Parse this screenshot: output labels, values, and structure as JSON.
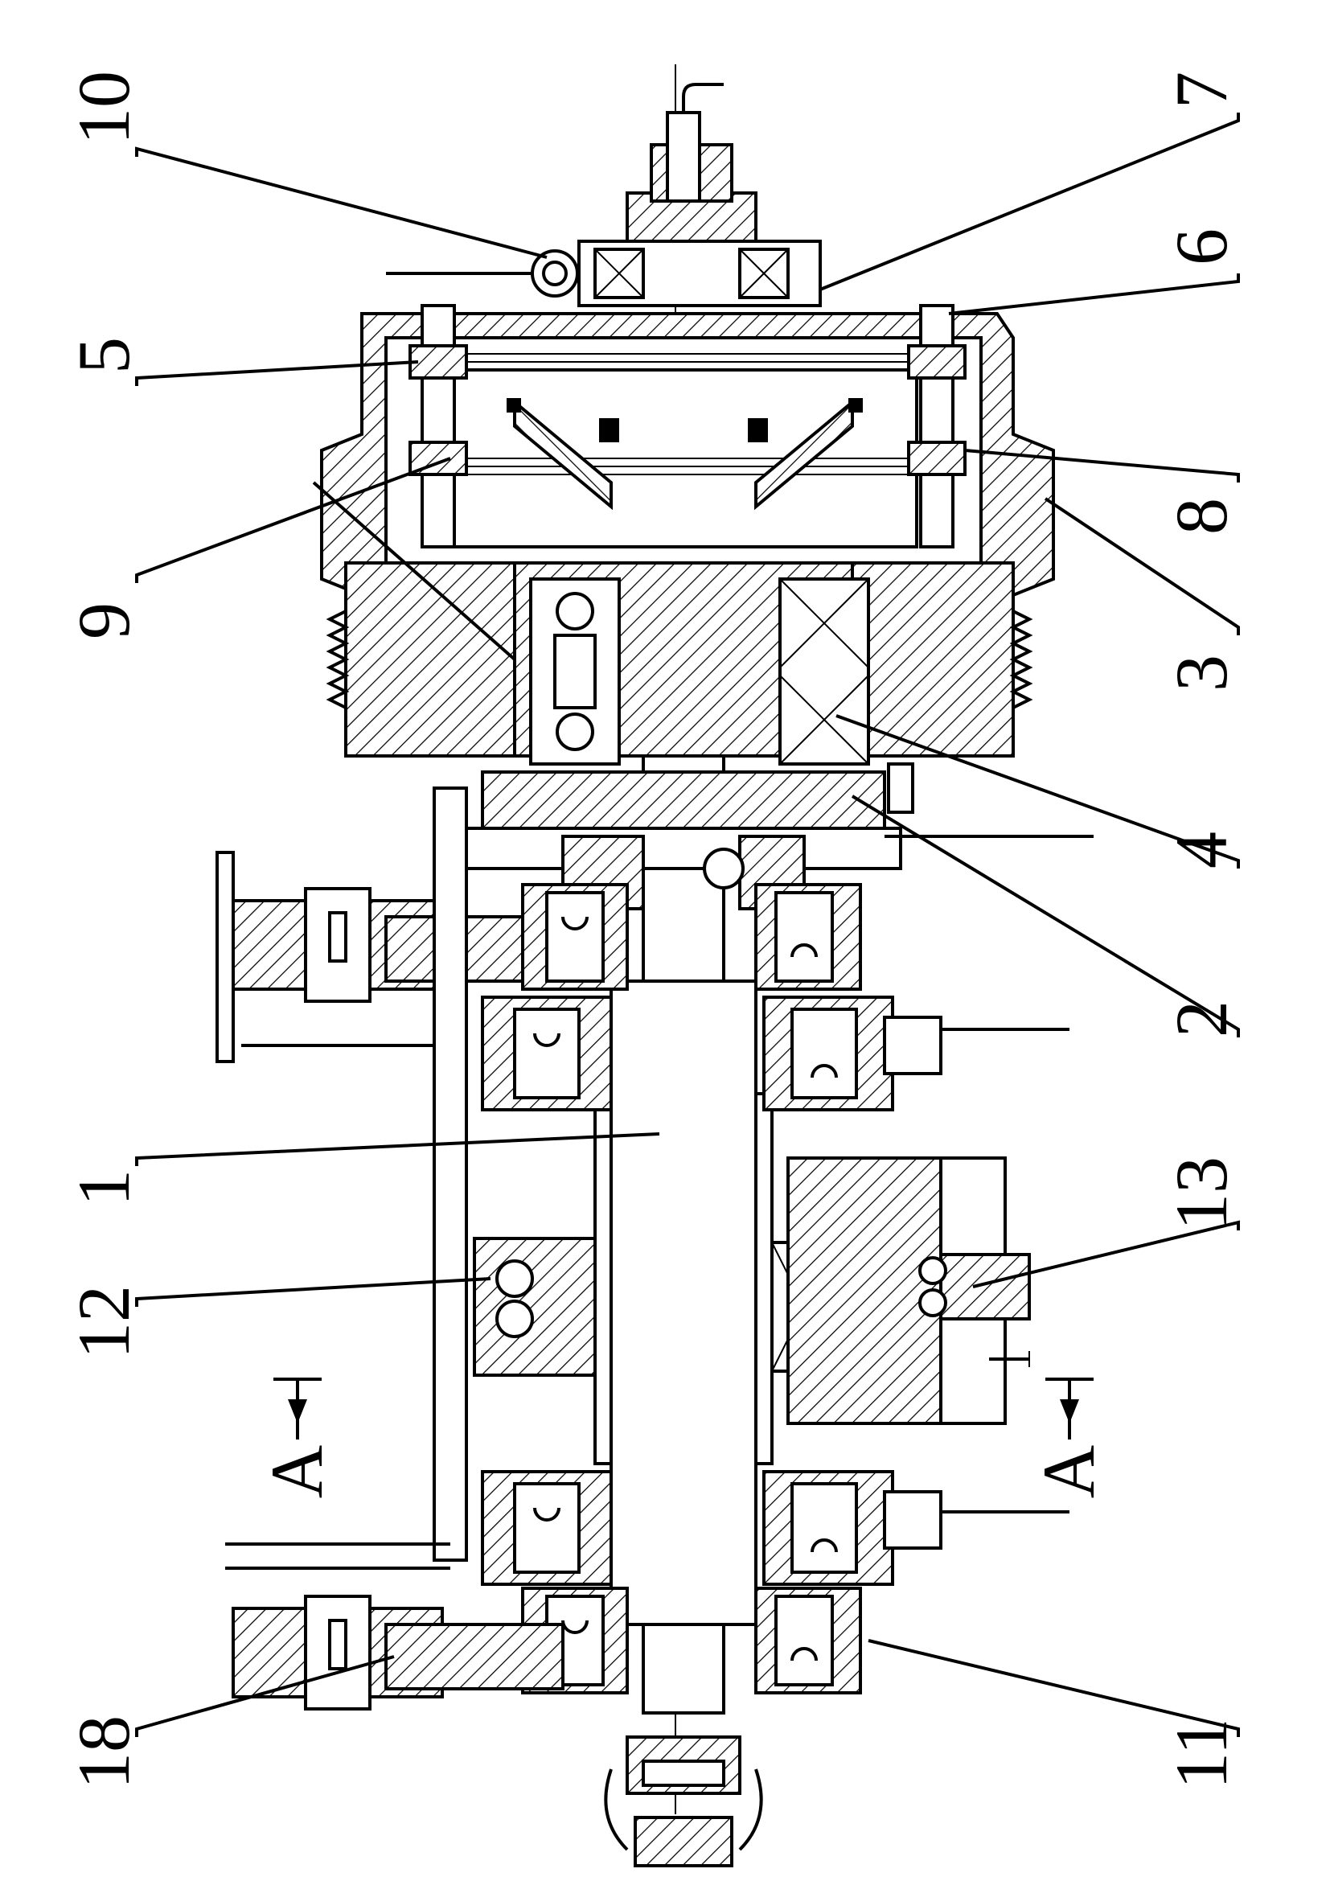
{
  "diagram": {
    "callouts_top": [
      "10",
      "5",
      "9",
      "12",
      "1",
      "18"
    ],
    "callouts_bottom": [
      "7",
      "6",
      "8",
      "3",
      "4",
      "2",
      "13",
      "11"
    ],
    "section_label": "A"
  }
}
